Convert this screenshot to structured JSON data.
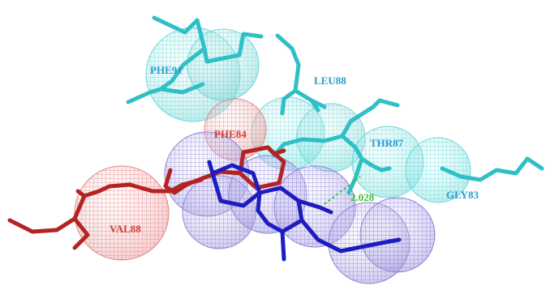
{
  "labels": {
    "phe91": "PHE91",
    "leu88": "LEU88",
    "phe84": "PHE84",
    "thr87": "THR87",
    "gly83": "GLY83",
    "val88": "VAL88",
    "hbond": "2.028"
  },
  "colors": {
    "cyan_residue": "#2fbfc6",
    "cyan_label": "#2a9bd0",
    "red_residue": "#b42323",
    "red_label": "#d43b3b",
    "ligand": "#1c1cc0",
    "hbond": "#39c13a",
    "blue_mesh": "#8f86d8",
    "red_mesh": "#e48585",
    "cyan_mesh": "#6fd7d7"
  }
}
